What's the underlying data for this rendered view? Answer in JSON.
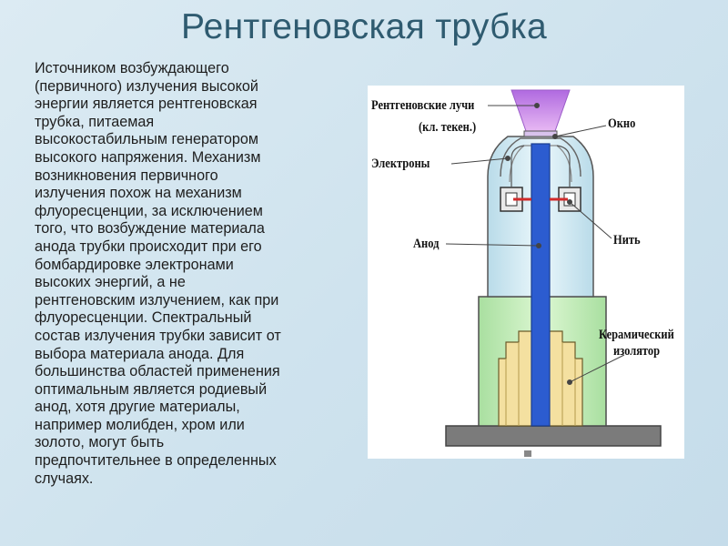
{
  "slide": {
    "title": "Рентгеновская трубка",
    "paragraph": "   Источником возбуждающего\n(первичного) излучения высокой\nэнергии является рентгеновская\nтрубка, питаемая\nвысокостабильным генератором\nвысокого напряжения. Механизм\nвозникновения первичного\nизлучения похож на механизм\nфлуоресценции, за исключением\nтого, что возбуждение материала\nанода трубки происходит при его\nбомбардировке электронами\nвысоких энергий, а не\nрентгеновским излучением, как при\nфлуоресценции. Спектральный\nсостав излучения трубки зависит от\nвыбора материала анода. Для\nбольшинства областей применения\nоптимальным является родиевый\nанод, хотя другие материалы,\nнапример молибден, хром или\nзолото, могут быть\nпредпочтительнее в определенных\nслучаях."
  },
  "diagram": {
    "labels": {
      "xrays": "Рентгеновские лучи",
      "xrays_sub": "(кл. текен.)",
      "window": "Окно",
      "electrons": "Электроны",
      "anode": "Анод",
      "filament": "Нить",
      "ceramic_1": "Керамический",
      "ceramic_2": "изолятор"
    },
    "colors": {
      "beam": "#c77ee8",
      "anode": "#2e5fd1",
      "glass_top": "#d7eef6",
      "glass_mid": "#bfe3e8",
      "ceramic": "#c6efb7",
      "sleeve": "#f5e2a0",
      "base": "#7a7a7a"
    }
  }
}
